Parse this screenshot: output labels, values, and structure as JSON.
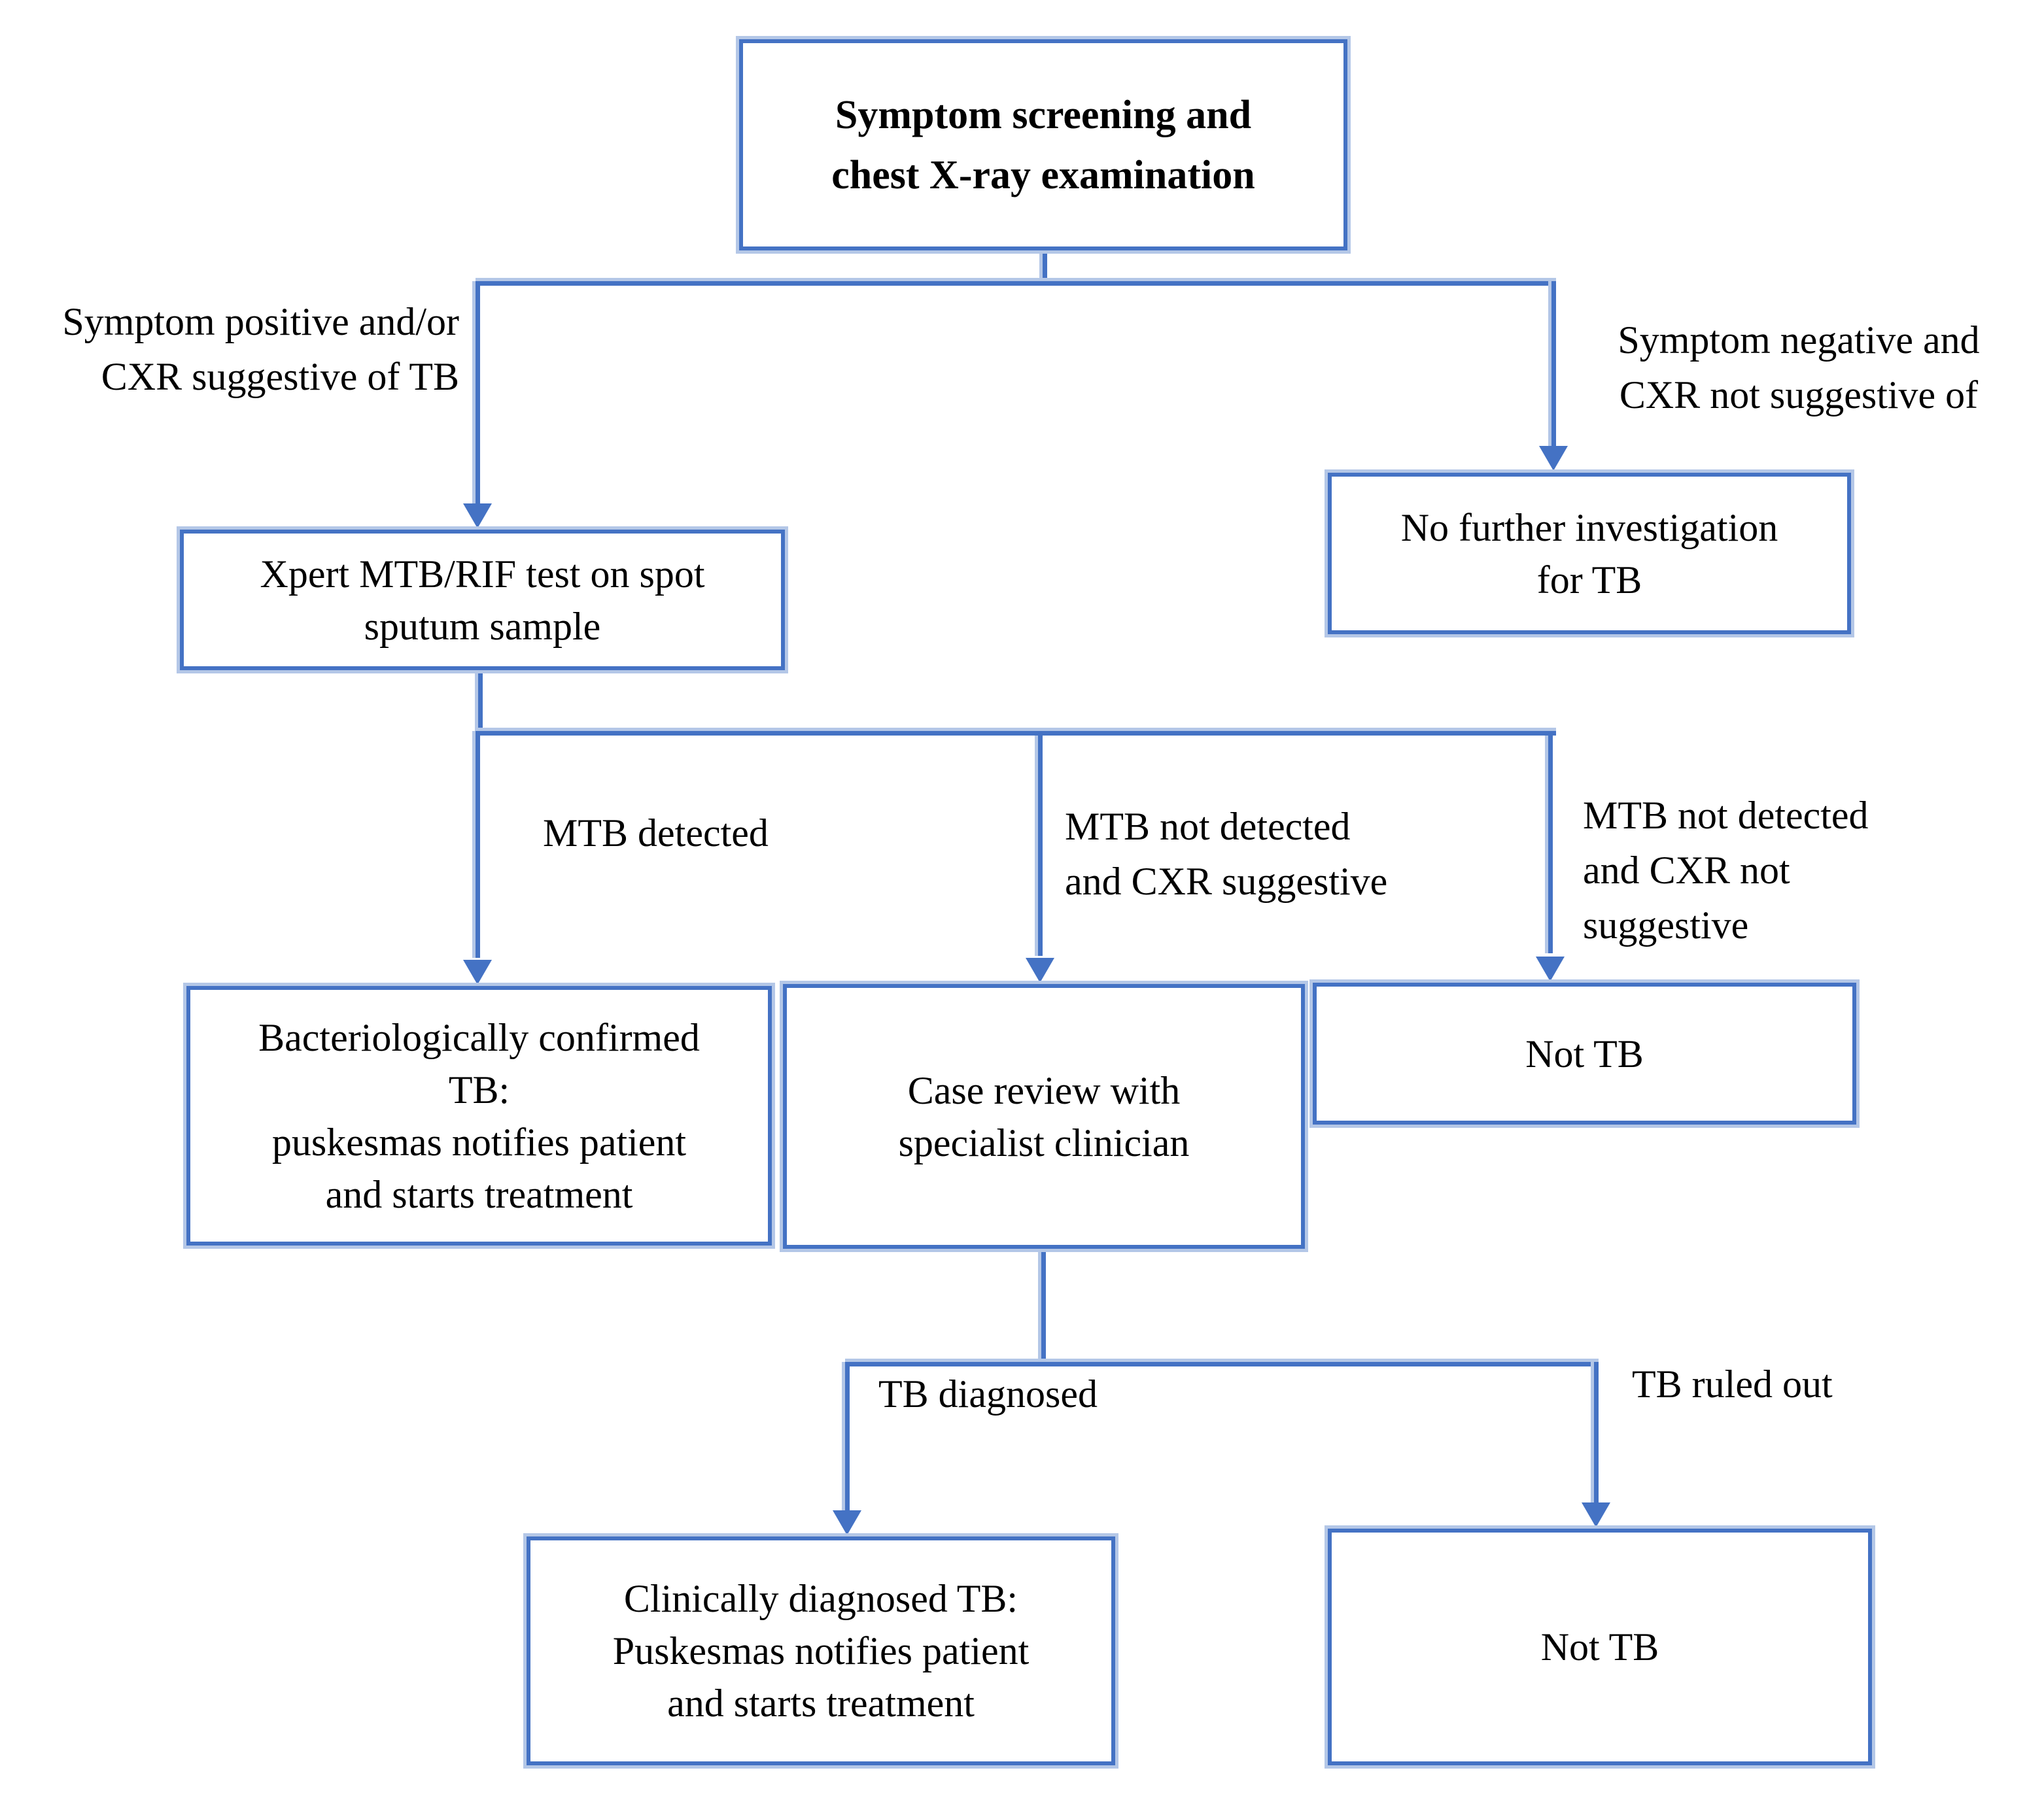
{
  "flowchart": {
    "colors": {
      "line": "#4472C4",
      "line_halo": "#B4C7E7",
      "text": "#000000",
      "background": "#FFFFFF"
    },
    "nodes": {
      "screening": {
        "lines": [
          "Symptom screening and",
          "chest X-ray examination"
        ]
      },
      "no_further": {
        "lines": [
          "No further investigation",
          "for TB"
        ]
      },
      "xpert": {
        "lines": [
          "Xpert MTB/RIF test on spot",
          "sputum sample"
        ]
      },
      "bact_confirmed": {
        "lines": [
          "Bacteriologically confirmed",
          "TB:",
          "puskesmas notifies patient",
          "and starts treatment"
        ]
      },
      "case_review": {
        "lines": [
          "Case review with",
          "specialist clinician"
        ]
      },
      "not_tb_mid": {
        "lines": [
          "Not TB"
        ]
      },
      "clinically_diagnosed": {
        "lines": [
          "Clinically diagnosed TB:",
          "Puskesmas notifies patient",
          "and starts treatment"
        ]
      },
      "not_tb_bottom": {
        "lines": [
          "Not TB"
        ]
      }
    },
    "edge_labels": {
      "symptom_positive": {
        "lines": [
          "Symptom positive and/or",
          "CXR suggestive of TB"
        ]
      },
      "symptom_negative": {
        "lines": [
          "Symptom negative and",
          "CXR not suggestive of"
        ]
      },
      "mtb_detected": {
        "lines": [
          "MTB detected"
        ]
      },
      "mtb_not_detected_cxr_suggestive": {
        "lines": [
          "MTB not detected",
          "and CXR suggestive"
        ]
      },
      "mtb_not_detected_cxr_not_suggestive": {
        "lines": [
          "MTB not detected",
          "and CXR not",
          "suggestive"
        ]
      },
      "tb_diagnosed": {
        "lines": [
          "TB diagnosed"
        ]
      },
      "tb_ruled_out": {
        "lines": [
          "TB ruled out"
        ]
      }
    }
  }
}
